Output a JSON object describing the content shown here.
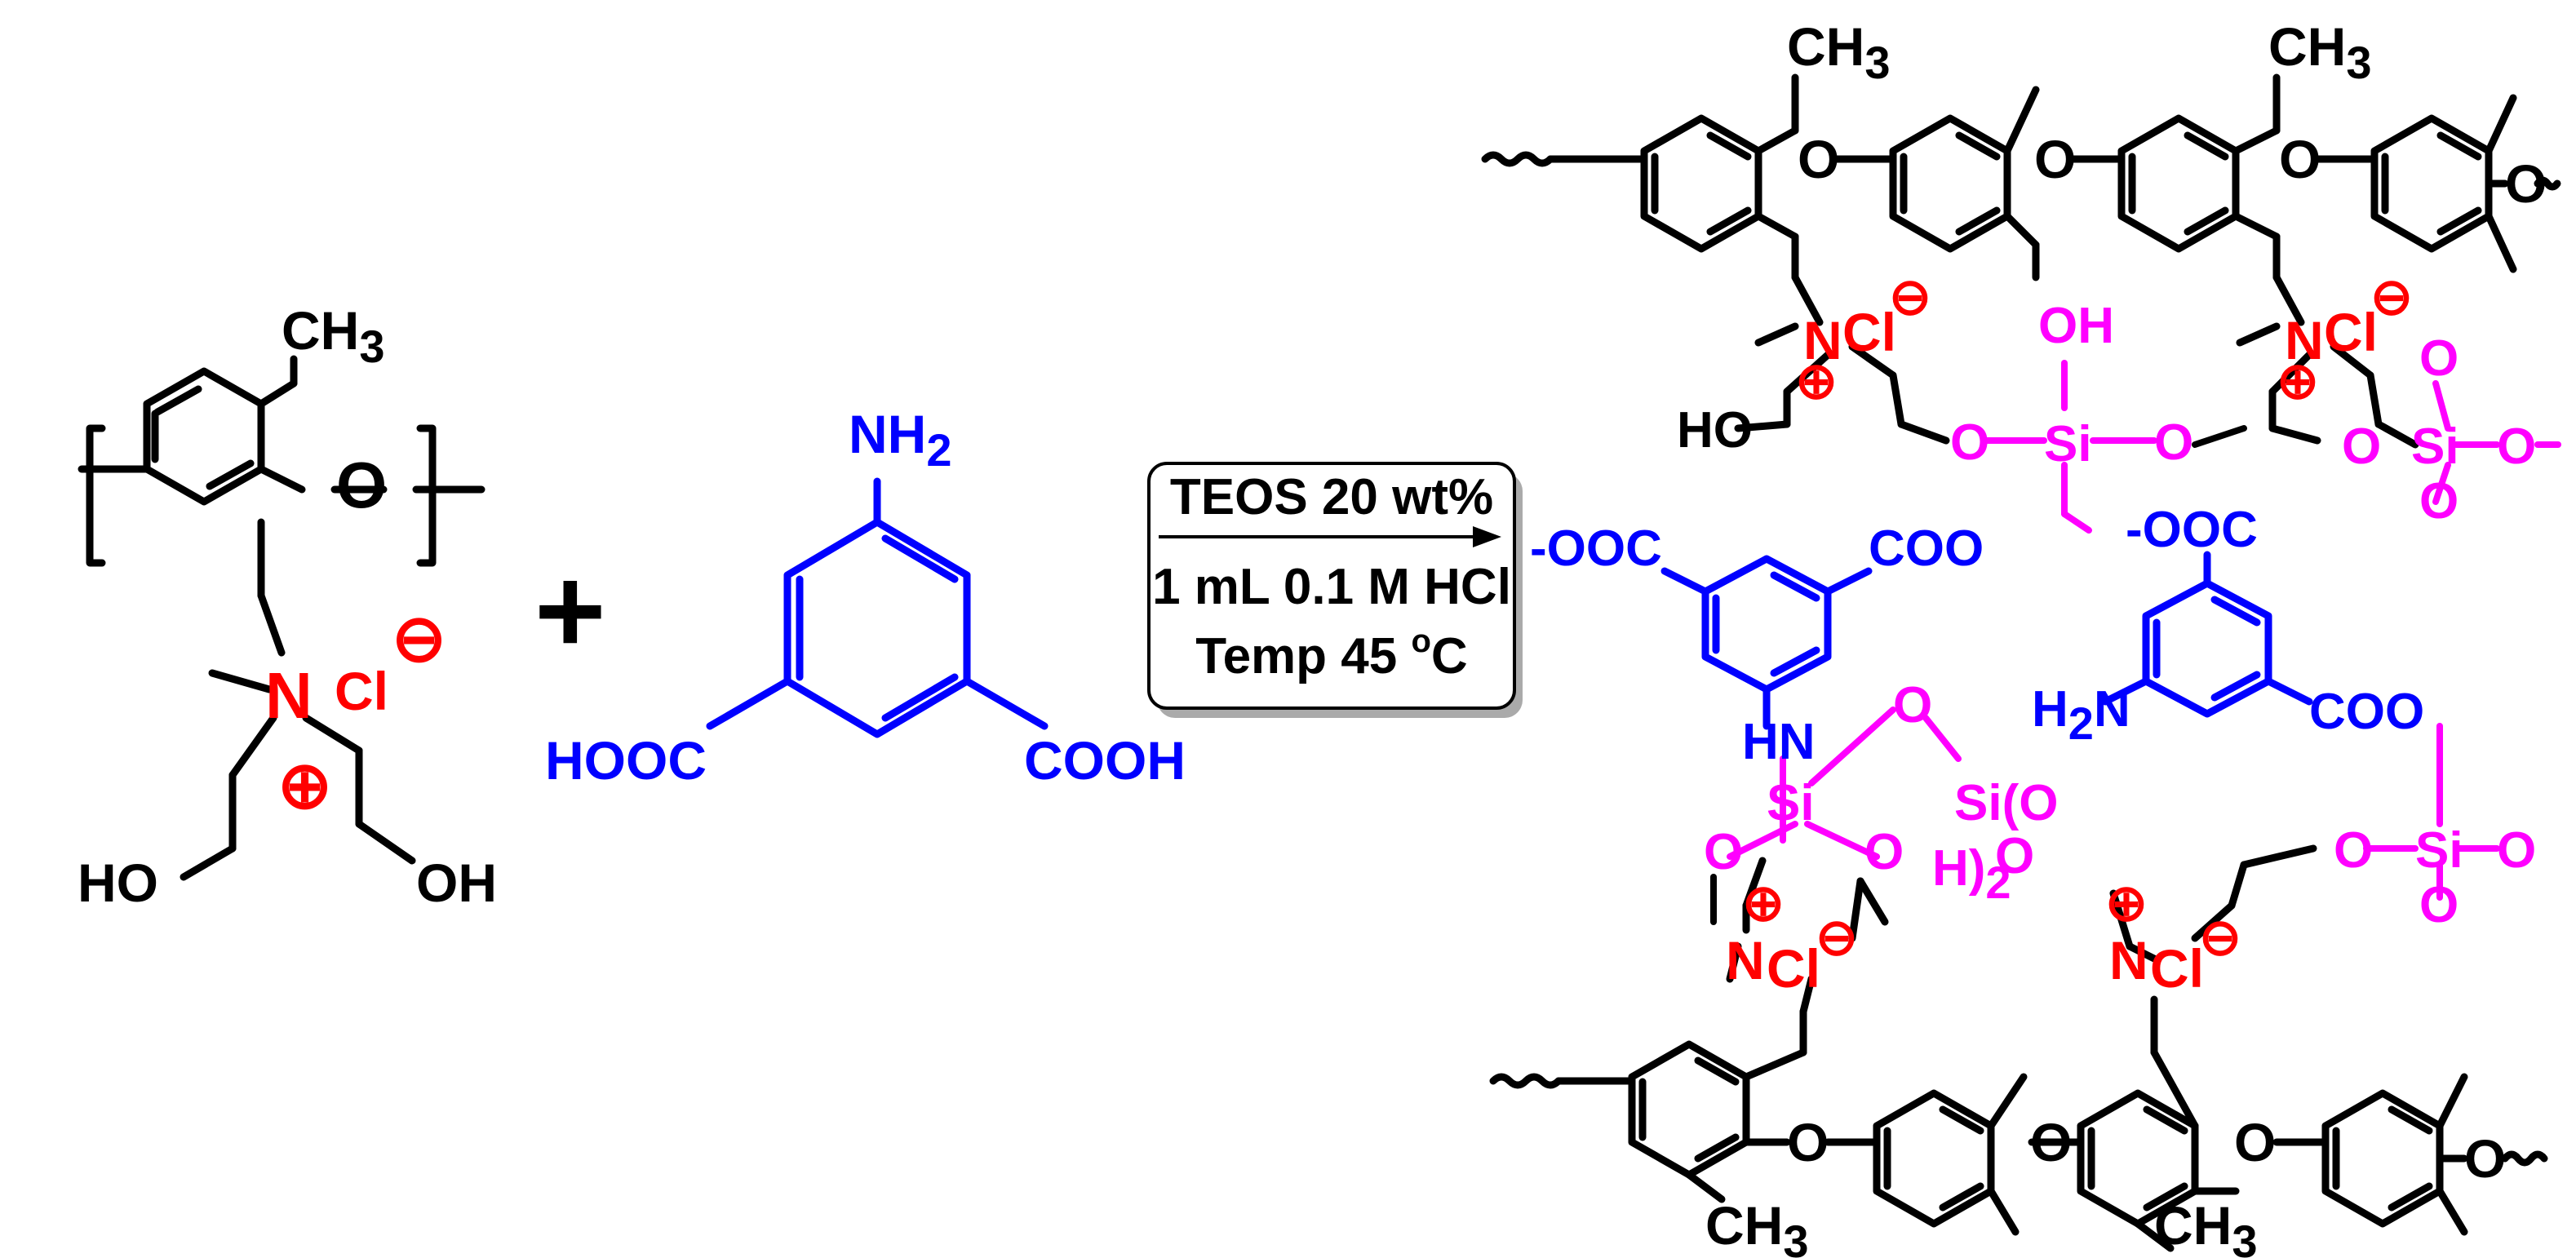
{
  "colors": {
    "polymer": "#000000",
    "ammonium": "#ff0000",
    "linker": "#0000ff",
    "silica": "#ff00ff"
  },
  "reactant_polymer": {
    "ch3": "CH",
    "ch3_sub": "3",
    "o": "O",
    "n": "N",
    "cl": "Cl",
    "plus": "⊕",
    "minus": "⊖",
    "ho_left": "HO",
    "oh_right": "OH"
  },
  "plus_sign": "+",
  "reactant_linker": {
    "nh2": "NH",
    "nh2_sub": "2",
    "hooc": "HOOC",
    "cooh": "COOH"
  },
  "conditions": {
    "line1": "TEOS 20 wt%",
    "line2": "1 mL 0.1 M HCl",
    "line3_prefix": "Temp 45 ",
    "line3_sup": "o",
    "line3_suffix": "C"
  },
  "product": {
    "ch3": "CH",
    "ch3_sub": "3",
    "o": "O",
    "n": "N",
    "cl": "Cl",
    "plus": "⊕",
    "minus": "⊖",
    "ho": "HO",
    "oh": "OH",
    "si": "Si",
    "coo": "COO",
    "ooc_neg": "-OOC",
    "hn": "HN",
    "h2n": "H",
    "h2n_sub": "2",
    "h2n_n": "N",
    "sioh_1": "Si(O",
    "sioh_2": "H)",
    "sioh_sub": "2"
  }
}
